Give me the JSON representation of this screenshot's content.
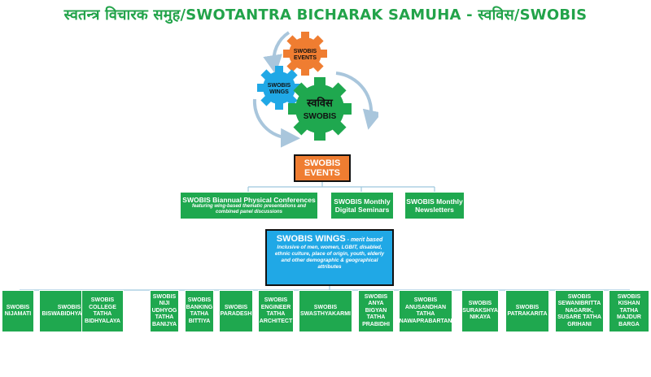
{
  "title": "स्वतन्त्र विचारक समुह/SWOTANTRA BICHARAK SAMUHA - स्वविस/SWOBIS",
  "gears": {
    "events": [
      "SWOBIS",
      "EVENTS"
    ],
    "wings": [
      "SWOBIS",
      "WINGS"
    ],
    "main": [
      "स्वविस",
      "SWOBIS"
    ]
  },
  "events_box": [
    "SWOBIS",
    "EVENTS"
  ],
  "events": [
    {
      "title": "SWOBIS Biannual Physical Conferences",
      "sub": "featuring wing-based thematic presentations and combined panel discussions"
    },
    {
      "title": "SWOBIS Monthly Digital Seminars",
      "sub": ""
    },
    {
      "title": "SWOBIS Monthly Newsletters",
      "sub": ""
    }
  ],
  "wings_box": {
    "title": "SWOBIS WINGS",
    "suffix": " - merit based",
    "desc": "Inclusive of men, women, LGBIT, disabled, ethnic culture, place of origin, youth, elderly and other demographic & geographical attributes"
  },
  "wings": [
    "SWOBIS NIJAMATI",
    "SWOBIS BISWABIDHYALAYA",
    "SWOBIS COLLEGE TATHA BIDHYALAYA",
    "SWOBIS NIJI UDHYOG TATHA BANIJYA",
    "SWOBIS BANKING TATHA BITTIYA",
    "SWOBIS PARADESH",
    "SWOBIS ENGINEER TATHA ARCHITECT",
    "SWOBIS SWASTHYAKARMI",
    "SWOBIS ANYA BIGYAN TATHA PRABIDHI",
    "SWOBIS ANUSANDHAN TATHA NAWAPRABARTAN",
    "SWOBIS SURAKSHYA NIKAYA",
    "SWOBIS PATRAKARITA",
    "SWOBIS SEWANIBRITTA NAGARIK, SUSARE TATHA GRIHANI",
    "SWOBIS KISHAN TATHA MAJDUR BARGA"
  ],
  "colors": {
    "green": "#1fa84f",
    "orange": "#ef7d31",
    "blue": "#20a8e6",
    "title": "#22a34a",
    "connector": "#9ec7dd"
  }
}
